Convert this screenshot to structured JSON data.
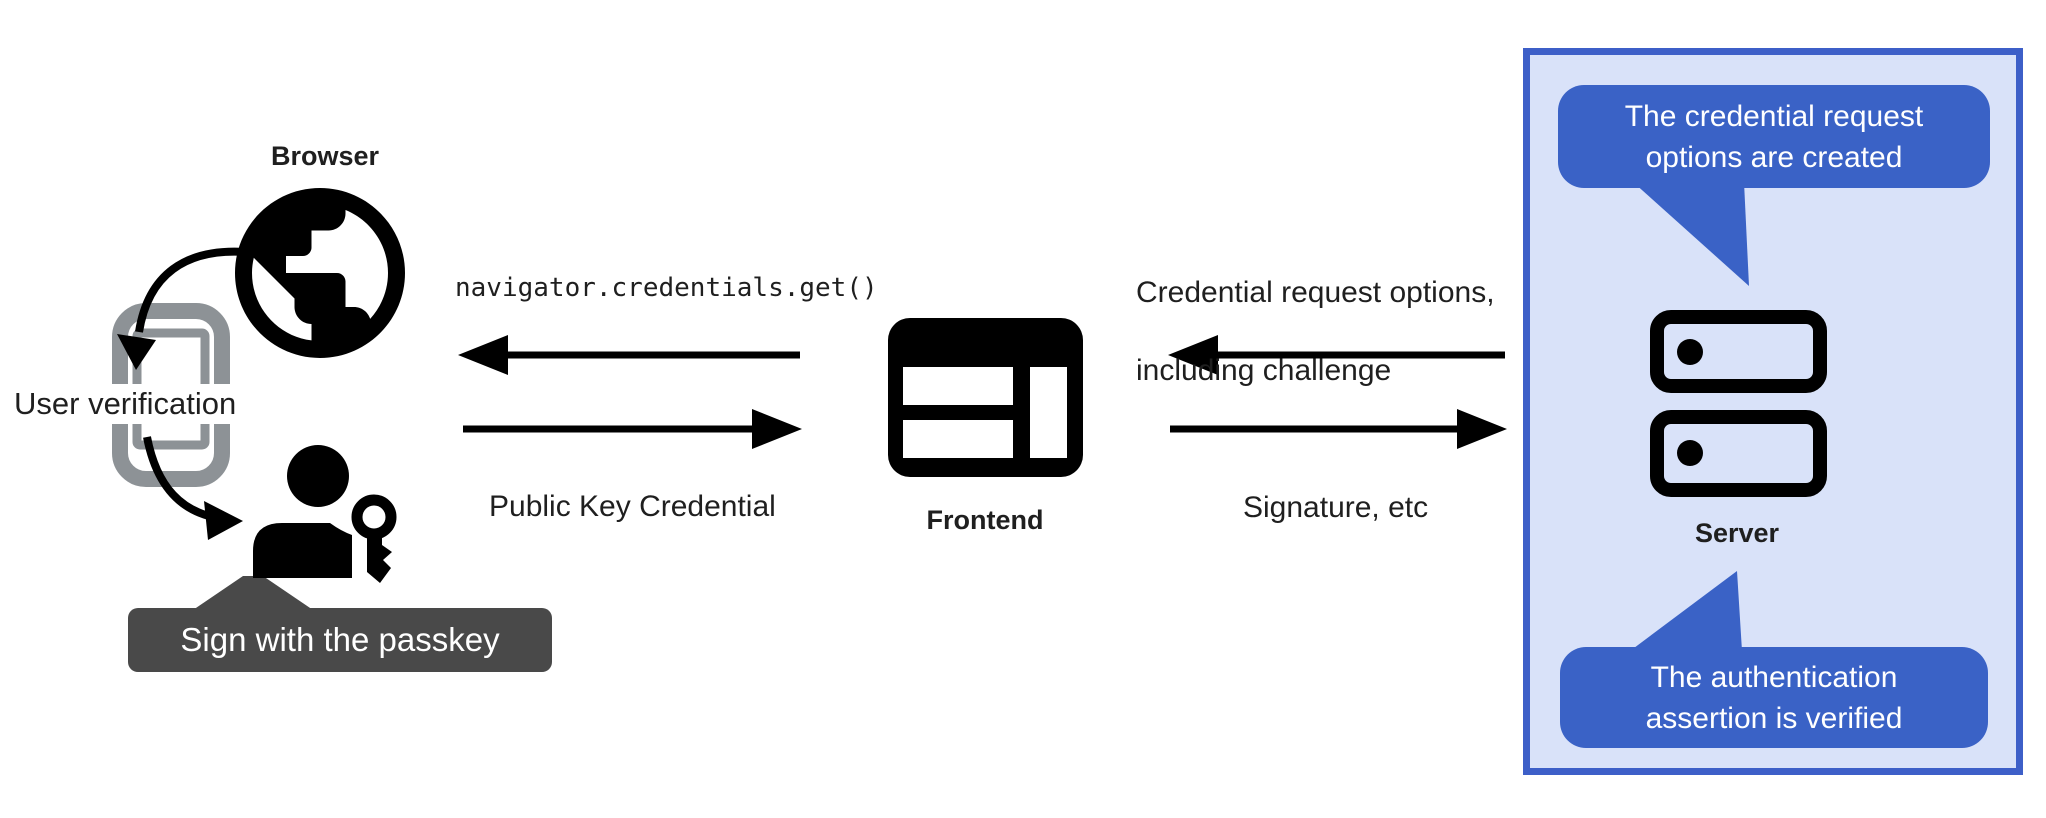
{
  "nodes": {
    "browser": {
      "label": "Browser"
    },
    "user_verification": {
      "label": "User verification"
    },
    "frontend": {
      "label": "Frontend"
    },
    "server": {
      "label": "Server"
    }
  },
  "messages": {
    "api_call": "navigator.credentials.get()",
    "public_key_credential": "Public Key Credential",
    "credential_request_line1": "Credential request options,",
    "credential_request_line2": "including challenge",
    "signature": "Signature, etc"
  },
  "callouts": {
    "sign_with_passkey": "Sign with the passkey",
    "options_created": "The credential request options are created",
    "assertion_verified": "The authentication assertion is verified"
  },
  "icons": {
    "browser": "globe-icon",
    "user_verification": "smartphone-icon",
    "passkey_user": "person-key-icon",
    "frontend": "browser-window-icon",
    "server": "server-stack-icon"
  },
  "colors": {
    "bubble_blue": "#3a62c6",
    "server_box_border": "#3d5fc8",
    "server_box_fill": "#d9e2f9",
    "tooltip_gray": "#494949",
    "phone_gray": "#8d9296",
    "icon_black": "#000000",
    "text_dark": "#1f1f1f",
    "text_white": "#ffffff"
  }
}
